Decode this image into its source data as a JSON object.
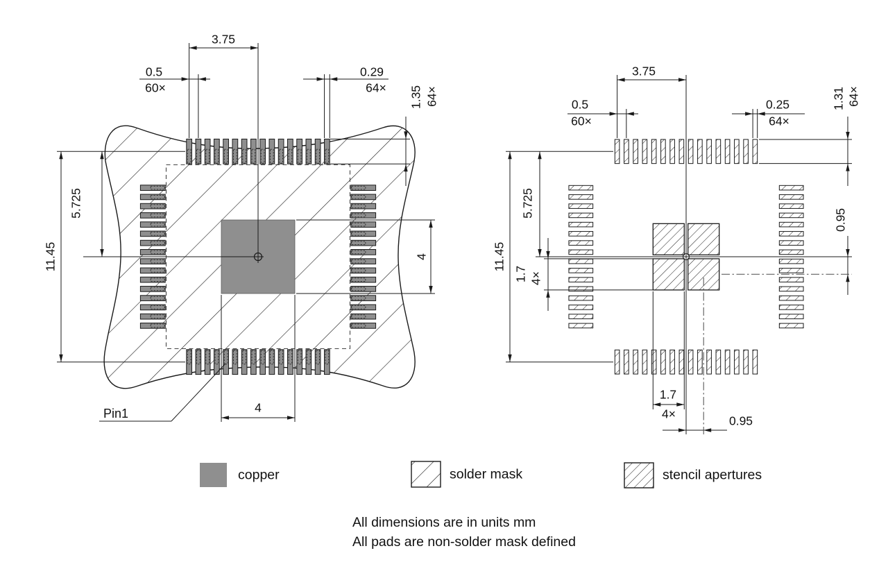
{
  "dims": {
    "left": {
      "half_span": "3.75",
      "pitch": "0.5",
      "pitch_count": "60×",
      "pad_width": "0.29",
      "pad_count": "64×",
      "pad_length": "1.35",
      "half_height": "5.725",
      "full_height": "11.45",
      "thermal_height": "4",
      "thermal_width": "4"
    },
    "right": {
      "half_span": "3.75",
      "pitch": "0.5",
      "pitch_count": "60×",
      "aperture_width": "0.25",
      "aperture_count": "64×",
      "aperture_length": "1.31",
      "half_height": "5.725",
      "full_height": "11.45",
      "paste_size": "1.7",
      "paste_count": "4×",
      "paste_offset": "0.95"
    }
  },
  "labels": {
    "pin1": "Pin1"
  },
  "legend": {
    "copper": "copper",
    "solder_mask": "solder mask",
    "stencil": "stencil apertures"
  },
  "notes": [
    "All dimensions are in units mm",
    "All pads are non-solder mask defined"
  ],
  "counts": {
    "pads_per_side": 16,
    "total_pads": 64,
    "paste_squares": 4
  },
  "colors": {
    "copper": "#8f8f8f",
    "line": "#1a1a1a",
    "background": "#ffffff"
  }
}
